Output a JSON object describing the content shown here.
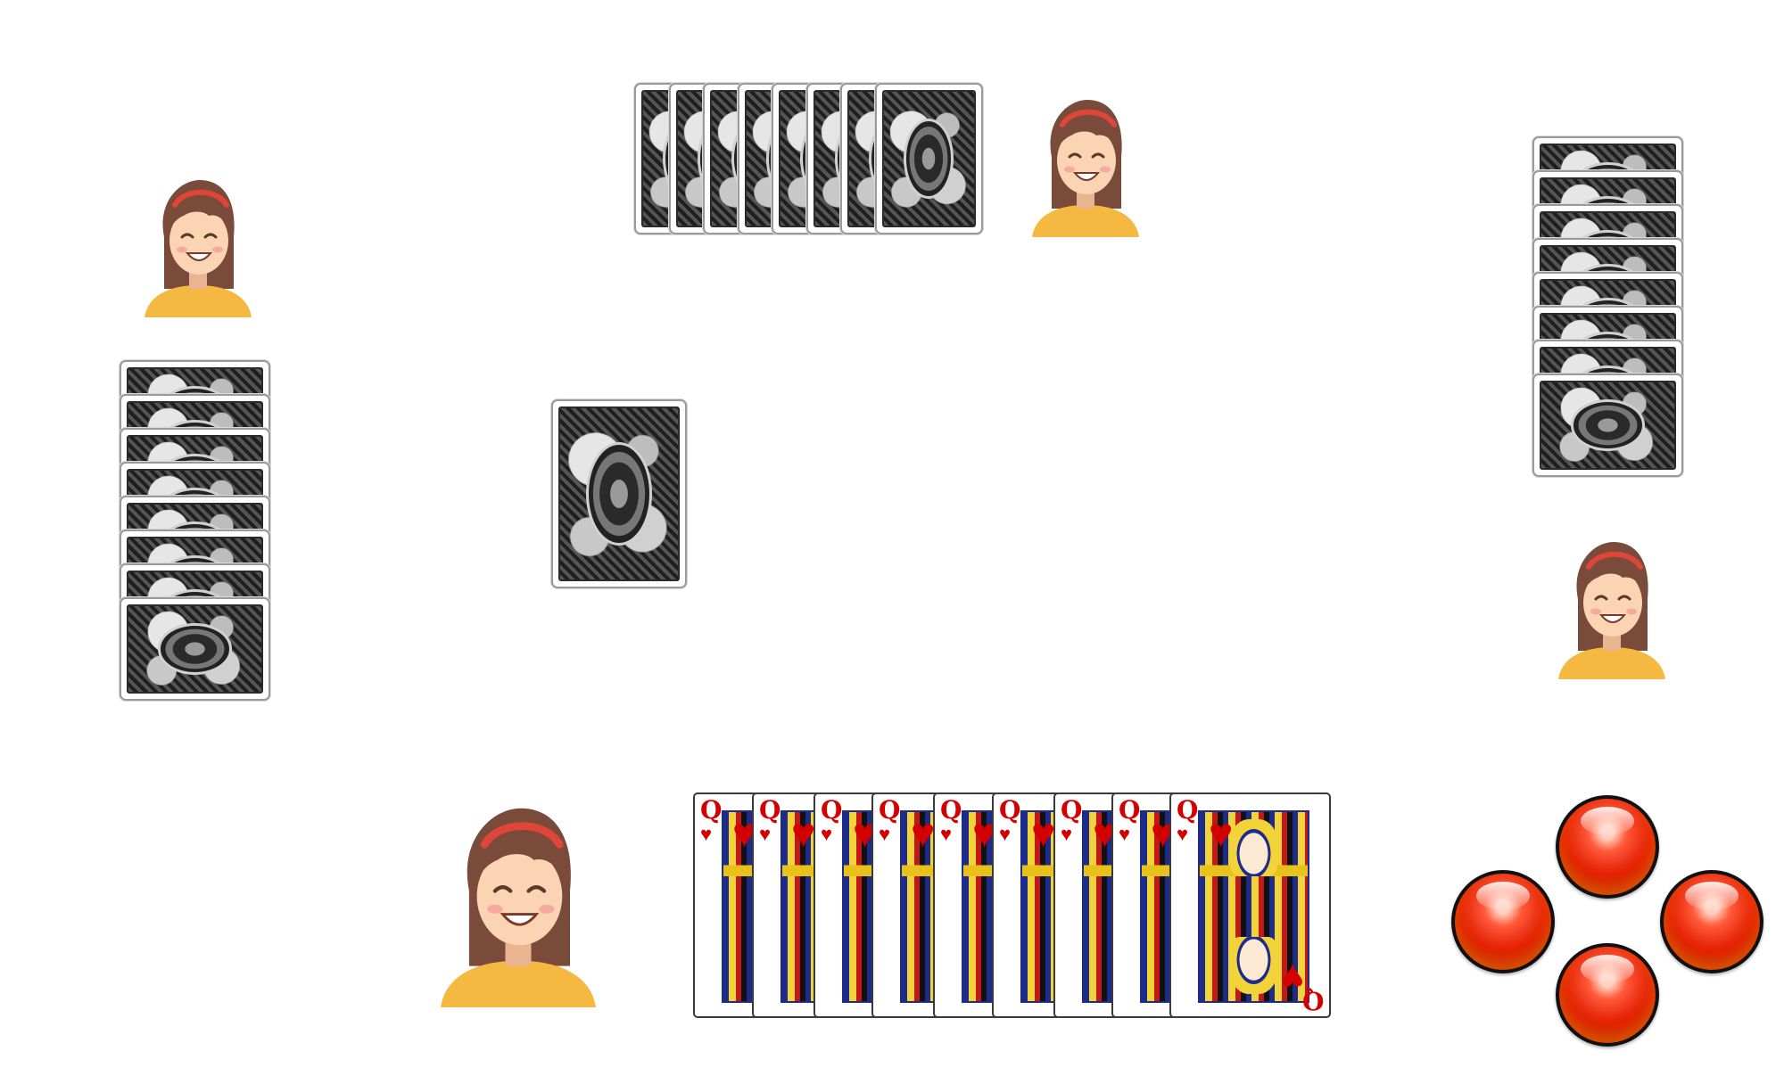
{
  "players": [
    {
      "id": "north",
      "avatar_icon": "girl-avatar-icon",
      "cards_in_hand": 8
    },
    {
      "id": "west",
      "avatar_icon": "girl-avatar-icon",
      "cards_in_hand": 8
    },
    {
      "id": "east",
      "avatar_icon": "girl-avatar-icon",
      "cards_in_hand": 8
    },
    {
      "id": "south",
      "avatar_icon": "girl-avatar-icon",
      "cards_in_hand": 9
    }
  ],
  "table": {
    "center_card": "card-back"
  },
  "hand": {
    "cards": [
      {
        "rank": "Q",
        "suit": "♥"
      },
      {
        "rank": "Q",
        "suit": "♥"
      },
      {
        "rank": "Q",
        "suit": "♥"
      },
      {
        "rank": "Q",
        "suit": "♥"
      },
      {
        "rank": "Q",
        "suit": "♥"
      },
      {
        "rank": "Q",
        "suit": "♥"
      },
      {
        "rank": "Q",
        "suit": "♥"
      },
      {
        "rank": "Q",
        "suit": "♥"
      },
      {
        "rank": "Q",
        "suit": "♥"
      }
    ]
  },
  "controls": {
    "buttons": [
      "dpad-up-button",
      "dpad-left-button",
      "dpad-right-button",
      "dpad-down-button"
    ]
  },
  "colors": {
    "hearts_red": "#d40000",
    "button_red": "#e21a00",
    "avatar_shirt": "#f5b942",
    "avatar_hair": "#7a4a3a",
    "avatar_headband": "#e0453a"
  }
}
